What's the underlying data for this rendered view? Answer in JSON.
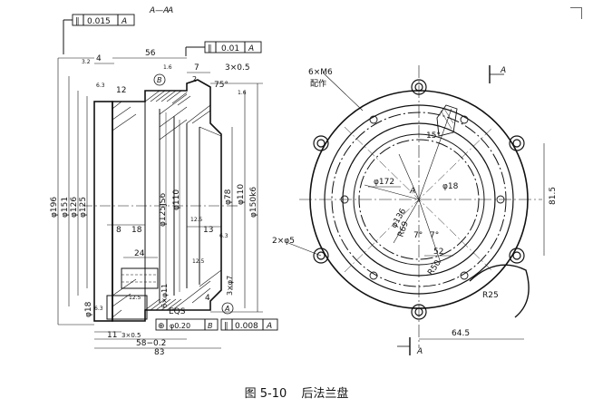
{
  "caption": {
    "figure": "图 5-10",
    "title": "后法兰盘"
  },
  "section_label": "A—A",
  "section_arrow_label": "A",
  "tolerance_frames": [
    {
      "symbol": "∥",
      "value": "0.015",
      "datum": "A"
    },
    {
      "symbol": "∥",
      "value": "0.01",
      "datum": "A"
    },
    {
      "symbol": "∥",
      "value": "0.008",
      "datum": "A"
    }
  ],
  "position_frame": {
    "symbol": "⊕",
    "value": "φ0.20",
    "datum": "B"
  },
  "datum_A": "A",
  "datum_B": "B",
  "left_diameters": [
    "φ196",
    "φ151",
    "φ126",
    "φ125",
    "φ18"
  ],
  "inner_diameters": [
    "φ125JS6",
    "φ110"
  ],
  "right_diameters": [
    "φ78",
    "φ110",
    "φ150k6"
  ],
  "dims_top": {
    "d56": "56",
    "d4": "4",
    "d7": "7",
    "chamfer": "3×0.5",
    "angle": "75°",
    "d12": "12",
    "d2": "2"
  },
  "dims_mid": {
    "d8": "8",
    "d18": "18",
    "d13": "13",
    "d24": "24",
    "d3phi7": "3×φ7"
  },
  "dims_bottom": {
    "d11": "11",
    "d58": "58−0.2",
    "d83": "83",
    "d4b": "4",
    "chamfer2": "3×0.5",
    "holes": "6×φ11",
    "eqs": "EQS"
  },
  "roughness": [
    "1.6",
    "3.2",
    "6.3",
    "12.5",
    "1.6",
    "6.3",
    "12.5",
    "6.3",
    "12.5"
  ],
  "front_view": {
    "holes_label": "6×M6",
    "holes_note": "配作",
    "small_holes": "2×φ5",
    "d172": "φ172",
    "d18": "φ18",
    "d136": "φ136",
    "r69": "R69",
    "angle_7a": "7°",
    "angle_7b": "7°",
    "angle_15": "15°",
    "d52": "52",
    "r50": "R50",
    "r25": "R25",
    "d64_5": "64.5",
    "d81_5": "81.5",
    "center_label": "A",
    "arrow_top": "A",
    "arrow_bottom": "A"
  }
}
